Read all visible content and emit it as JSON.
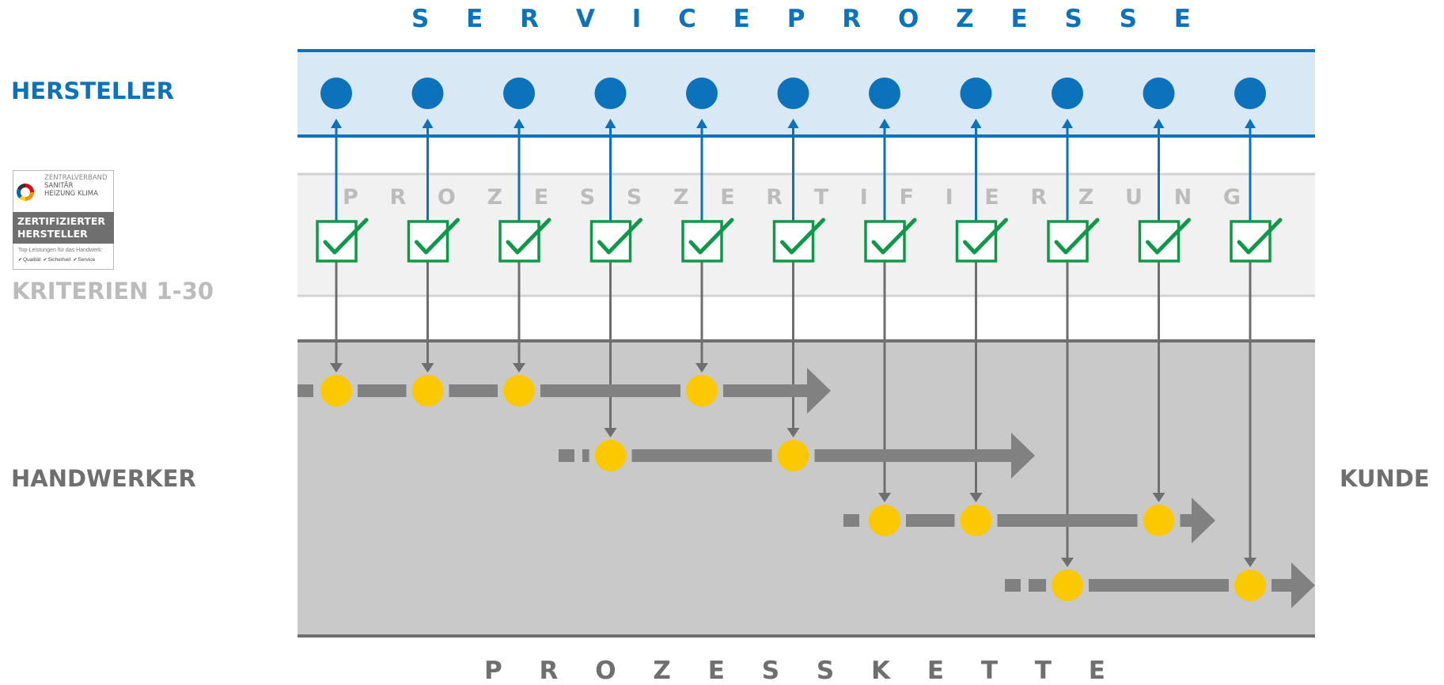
{
  "title_top": "SERVICEPROZESSE",
  "title_bottom": "PROZESSKETTE",
  "band_label": "PROZESSZERTIFIERZUNG",
  "labels": {
    "manufacturer": "HERSTELLER",
    "criteria": "KRITERIEN 1-30",
    "craftsman": "HANDWERKER",
    "customer": "KUNDE"
  },
  "badge": {
    "org_line1": "ZENTRALVERBAND",
    "org_line2": "SANITÄR",
    "org_line3": "HEIZUNG KLIMA",
    "banner_line1": "ZERTIFIZIERTER",
    "banner_line2": "HERSTELLER",
    "subtitle": "Top-Leistungen für das Handwerk:",
    "qualities": [
      "Qualität",
      "Sicherheit",
      "Service"
    ]
  },
  "colors": {
    "blue": "#0b72bb",
    "band_blue": "#d9e8f5",
    "cert_band": "#f1f1f1",
    "green": "#10984a",
    "dark_gray": "#6f6f6f",
    "chain_gray": "#818181",
    "panel_gray": "#c9c9c9",
    "yellow": "#fcc800",
    "light_text": "#bcbcbc"
  },
  "diagram": {
    "service_processes": 11,
    "process_rows": [
      {
        "row": 1,
        "process_columns": [
          1,
          2,
          3,
          5
        ]
      },
      {
        "row": 2,
        "process_columns": [
          4,
          6
        ]
      },
      {
        "row": 3,
        "process_columns": [
          7,
          8,
          10
        ]
      },
      {
        "row": 4,
        "process_columns": [
          9,
          11
        ]
      }
    ]
  }
}
